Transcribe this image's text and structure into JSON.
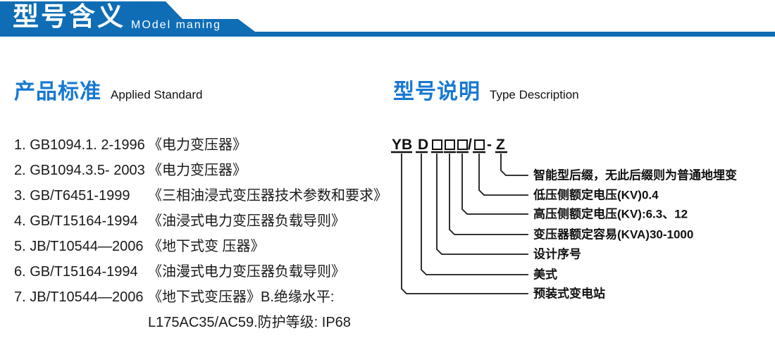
{
  "banner": {
    "title": "型号含义",
    "subtitle": "MOdel maning"
  },
  "left_section": {
    "heading_zh": "产品标准",
    "heading_en": "Applied Standard",
    "items": [
      {
        "code": "1. GB1094.1. 2-1996",
        "title": "《电力变压器》"
      },
      {
        "code": "2. GB1094.3.5- 2003",
        "title": "《电力变压器》"
      },
      {
        "code": "3. GB/T6451-1999",
        "title": "《三相油浸式变压器技术参数和要求》"
      },
      {
        "code": "4. GB/T15164-1994",
        "title": "《油浸式电力变压器负载导则》"
      },
      {
        "code": "5. JB/T10544—2006",
        "title": "《地下式变 压器》"
      },
      {
        "code": "6. GB/T15164-1994",
        "title": "《油漫式电力变压器负载导则》"
      },
      {
        "code": "7. JB/T10544—2006",
        "title": "《地下式变压器》B.绝缘水平:"
      },
      {
        "code": "",
        "title": "L175AC35/AC59.防护等级: IP68"
      }
    ]
  },
  "right_section": {
    "heading_zh": "型号说明",
    "heading_en": "Type Description",
    "model_code": {
      "prefix": "YB",
      "series": "D",
      "slash": "/",
      "dash": "-",
      "suffix": "Z"
    },
    "labels": [
      "智能型后缀，无此后缀则为普通地埋变",
      "低压侧额定电压(KV)0.4",
      "高压侧额定电压(KV):6.3、12",
      "变压器额定容易(KVA)30-1000",
      "设计序号",
      "美式",
      "预装式变电站"
    ]
  },
  "colors": {
    "banner_blue": "#0f6db6",
    "heading_blue": "#1778d2",
    "text_black": "#1a1a1a"
  }
}
